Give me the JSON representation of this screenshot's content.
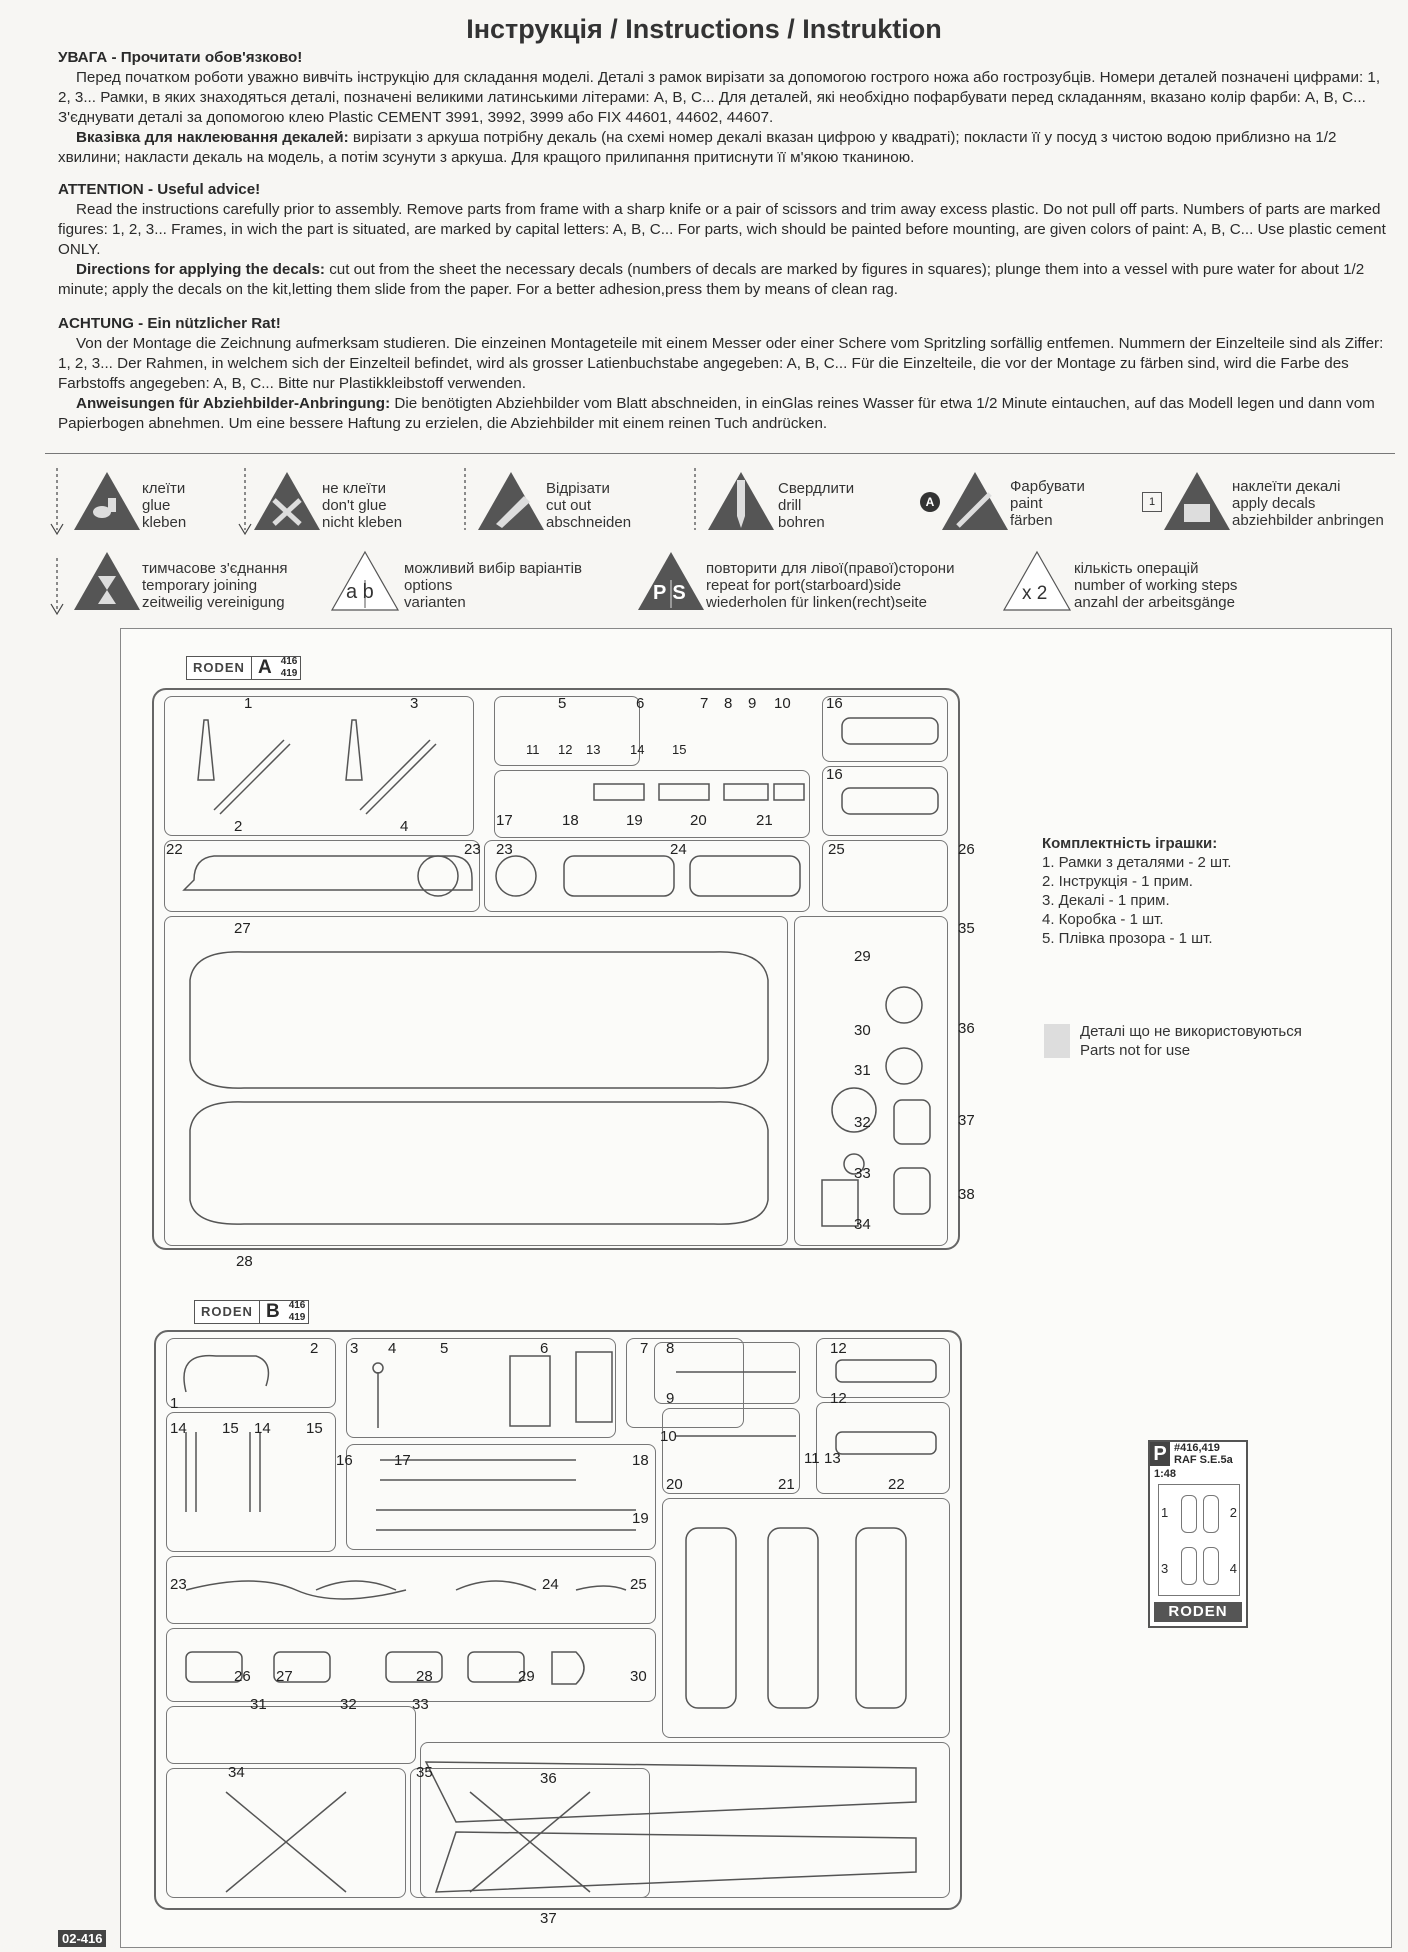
{
  "title": "Інструкція / Instructions / Instruktion",
  "ua": {
    "heading": "УВАГА - Прочитати обов'язково!",
    "p1": "Перед початком роботи уважно вивчіть інструкцію для складання моделі. Деталі з рамок вирізати за допомогою гострого ножа або гострозубців. Номери деталей позначені цифрами: 1, 2, 3... Рамки, в яких знаходяться деталі, позначені великими латинськими літерами: A, B, C... Для деталей, які необхідно пофарбувати перед складанням, вказано колір фарби: A, B, C... З'єднувати деталі за допомогою клею Plastic CEMENT 3991, 3992, 3999 або FIX 44601, 44602, 44607.",
    "decal_head": "Вказівка для наклеювання декалей:",
    "decal_text": "вирізати з аркуша потрібну декаль (на схемі номер декалі вказан цифрою у квадраті); покласти її у посуд з чистою водою приблизно на 1/2 хвилини; накласти декаль на модель, а потім зсунути з аркуша. Для кращого прилипання притиснути її м'якою тканиною."
  },
  "en": {
    "heading": "ATTENTION - Useful advice!",
    "p1": "Read the instructions carefully prior to assembly. Remove parts from frame with a sharp knife or a pair of scissors and trim away excess plastic. Do not pull off parts. Numbers of parts are marked figures: 1, 2, 3... Frames, in wich the part is situated, are marked by capital letters: A, B, C... For parts, wich should be painted before mounting, are given colors of paint: A, B, C... Use plastic cement ONLY.",
    "decal_head": "Directions for applying the decals:",
    "decal_text": "cut out from the sheet the necessary decals (numbers of decals are marked by figures in squares); plunge them into a vessel with pure water for about 1/2 minute; apply the decals on the kit,letting them slide from the paper. For a better adhesion,press them by means of clean rag."
  },
  "de": {
    "heading": "ACHTUNG - Ein nützlicher Rat!",
    "p1": "Von der Montage die Zeichnung aufmerksam studieren. Die einzeinen Montageteile mit einem Messer oder einer Schere vom Spritzling sorfällig entfemen. Nummern der Einzelteile sind als Ziffer: 1, 2, 3... Der Rahmen, in welchem sich der Einzelteil befindet, wird als grosser Latienbuchstabe angegeben: A, B, C... Für die Einzelteile, die vor der Montage zu färben sind, wird die Farbe des Farbstoffs angegeben: A, B, C... Bitte nur Plastikkleibstoff verwenden.",
    "decal_head": "Anweisungen für Abziehbilder-Anbringung:",
    "decal_text": "Die benötigten Abziehbilder vom Blatt abschneiden, in einGlas reines Wasser für etwa 1/2 Minute eintauchen, auf das Modell legen und dann vom Papierbogen abnehmen. Um eine bessere Haftung zu erzielen, die Abziehbilder mit einem reinen Tuch andrücken."
  },
  "legend": [
    {
      "l1": "клеїти",
      "l2": "glue",
      "l3": "kleben",
      "icon": "glue-icon"
    },
    {
      "l1": "не клеїти",
      "l2": "don't glue",
      "l3": "nicht kleben",
      "icon": "no-glue-icon"
    },
    {
      "l1": "Відрізати",
      "l2": "cut out",
      "l3": "abschneiden",
      "icon": "knife-icon"
    },
    {
      "l1": "Свердлити",
      "l2": "drill",
      "l3": "bohren",
      "icon": "drill-icon"
    },
    {
      "l1": "Фарбувати",
      "l2": "paint",
      "l3": "färben",
      "icon": "paint-icon",
      "badge": "A"
    },
    {
      "l1": "наклеїти декалі",
      "l2": "apply decals",
      "l3": "abziehbilder anbringen",
      "icon": "decal-icon",
      "box": "1"
    },
    {
      "l1": "тимчасове з'єднання",
      "l2": "temporary joining",
      "l3": "zeitweilig vereinigung",
      "icon": "hourglass-icon"
    },
    {
      "l1": "можливий вибір варіантів",
      "l2": "options",
      "l3": "varianten",
      "icon": "options-icon",
      "sym": "a b"
    },
    {
      "l1": "повторити для лівої(правої)сторони",
      "l2": "repeat for port(starboard)side",
      "l3": "wiederholen für linken(recht)seite",
      "icon": "port-starboard-icon",
      "sym": "PS"
    },
    {
      "l1": "кількість операцій",
      "l2": "number of working steps",
      "l3": "anzahl der arbeitsgänge",
      "icon": "steps-icon",
      "sym": "x 2"
    }
  ],
  "sprue_a": {
    "brand": "RODEN",
    "letter": "A",
    "s1": "416",
    "s2": "419",
    "nums": [
      "1",
      "2",
      "3",
      "4",
      "5",
      "6",
      "7",
      "8",
      "9",
      "10",
      "11",
      "12",
      "13",
      "14",
      "15",
      "16",
      "16",
      "17",
      "18",
      "19",
      "20",
      "21",
      "22",
      "23",
      "23",
      "24",
      "25",
      "26",
      "27",
      "28",
      "29",
      "30",
      "31",
      "32",
      "33",
      "34",
      "35",
      "36",
      "37",
      "38"
    ]
  },
  "sprue_b": {
    "brand": "RODEN",
    "letter": "B",
    "s1": "416",
    "s2": "419",
    "nums": [
      "1",
      "2",
      "3",
      "4",
      "5",
      "6",
      "7",
      "8",
      "9",
      "10",
      "11",
      "12",
      "12",
      "13",
      "14",
      "15",
      "14",
      "15",
      "16",
      "17",
      "18",
      "19",
      "20",
      "21",
      "22",
      "23",
      "24",
      "25",
      "26",
      "27",
      "28",
      "29",
      "30",
      "31",
      "32",
      "33",
      "34",
      "35",
      "36",
      "37"
    ]
  },
  "contents": {
    "heading": "Комплектність іграшки:",
    "items": [
      "1. Рамки з деталями - 2 шт.",
      "2. Інструкція - 1 прим.",
      "3. Декалі - 1 прим.",
      "4. Коробка - 1 шт.",
      "5. Плівка прозора - 1 шт."
    ]
  },
  "unused": {
    "ua": "Деталі що не використовуються",
    "en": "Parts not for use"
  },
  "clear_sheet": {
    "letter": "P",
    "code": "#416,419",
    "model": "RAF S.E.5a",
    "scale": "1:48",
    "n1": "1",
    "n2": "2",
    "n3": "3",
    "n4": "4",
    "brand": "RODEN"
  },
  "footer_code": "02-416"
}
